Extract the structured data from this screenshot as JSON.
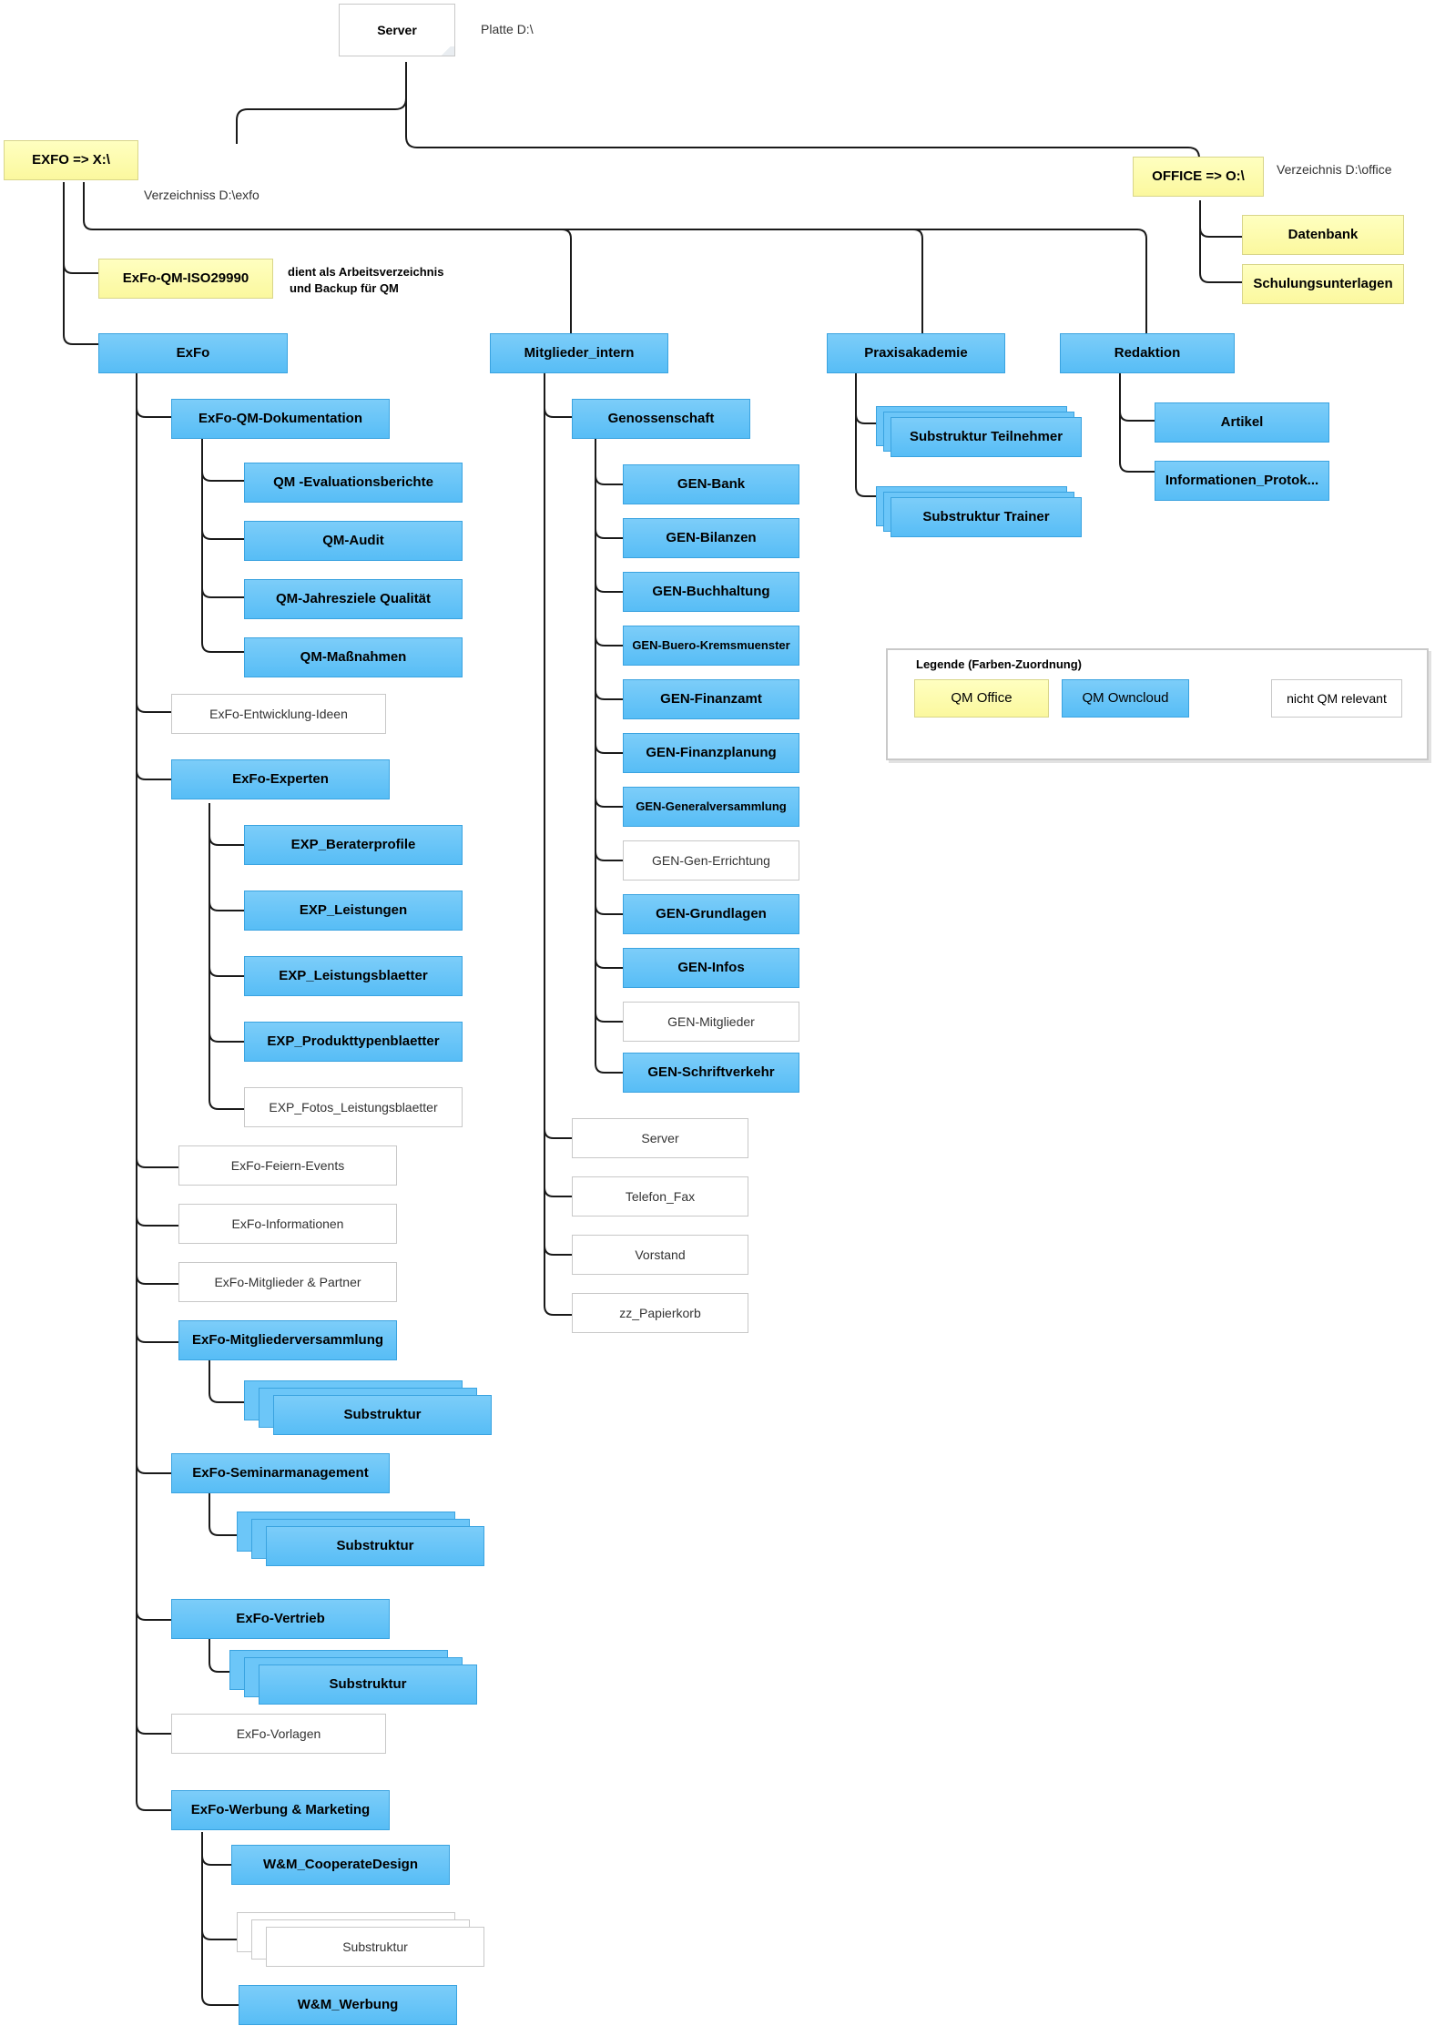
{
  "notes": {
    "server_path": "Platte D:\\",
    "exfo_path": "Verzeichniss D:\\exfo",
    "office_path": "Verzeichnis D:\\office",
    "qm_note_line1": "dient als Arbeitsverzeichnis",
    "qm_note_line2": "und Backup für QM"
  },
  "legend": {
    "title": "Legende (Farben-Zuordnung)",
    "qm_office": "QM Office",
    "qm_owncloud": "QM Owncloud",
    "not_relevant": "nicht QM relevant"
  },
  "nodes": {
    "server": "Server",
    "exfo_drive": "EXFO => X:\\",
    "office_drive": "OFFICE => O:\\",
    "datenbank": "Datenbank",
    "schulungsunterlagen": "Schulungsunterlagen",
    "exfo_qm_iso": "ExFo-QM-ISO29990",
    "exfo": "ExFo",
    "mitglieder_intern": "Mitglieder_intern",
    "praxisakademie": "Praxisakademie",
    "redaktion": "Redaktion",
    "substruktur_teilnehmer": "Substruktur Teilnehmer",
    "substruktur_trainer": "Substruktur Trainer",
    "artikel": "Artikel",
    "informationen_protok": "Informationen_Protok...",
    "exfo_qm_dok": "ExFo-QM-Dokumentation",
    "qm_evaluationsberichte": "QM -Evaluationsberichte",
    "qm_audit": "QM-Audit",
    "qm_jahresziele": "QM-Jahresziele Qualität",
    "qm_massnahmen": "QM-Maßnahmen",
    "exfo_entwicklung": "ExFo-Entwicklung-Ideen",
    "exfo_experten": "ExFo-Experten",
    "exp_beraterprofile": "EXP_Beraterprofile",
    "exp_leistungen": "EXP_Leistungen",
    "exp_leistungsblaetter": "EXP_Leistungsblaetter",
    "exp_produkttypenblaetter": "EXP_Produkttypenblaetter",
    "exp_fotos": "EXP_Fotos_Leistungsblaetter",
    "exfo_feiern": "ExFo-Feiern-Events",
    "exfo_informationen": "ExFo-Informationen",
    "exfo_mitglieder_partner": "ExFo-Mitglieder & Partner",
    "exfo_mitgliederversammlung": "ExFo-Mitgliederversammlung",
    "substruktur_1": "Substruktur",
    "exfo_seminarmanagement": "ExFo-Seminarmanagement",
    "substruktur_2": "Substruktur",
    "exfo_vertrieb": "ExFo-Vertrieb",
    "substruktur_3": "Substruktur",
    "exfo_vorlagen": "ExFo-Vorlagen",
    "exfo_werbung": "ExFo-Werbung & Marketing",
    "wm_cooperatedesign": "W&M_CooperateDesign",
    "substruktur_4": "Substruktur",
    "wm_werbung": "W&M_Werbung",
    "genossenschaft": "Genossenschaft",
    "gen_bank": "GEN-Bank",
    "gen_bilanzen": "GEN-Bilanzen",
    "gen_buchhaltung": "GEN-Buchhaltung",
    "gen_buero": "GEN-Buero-Kremsmuenster",
    "gen_finanzamt": "GEN-Finanzamt",
    "gen_finanzplanung": "GEN-Finanzplanung",
    "gen_generalversammlung": "GEN-Generalversammlung",
    "gen_gen_errichtung": "GEN-Gen-Errichtung",
    "gen_grundlagen": "GEN-Grundlagen",
    "gen_infos": "GEN-Infos",
    "gen_mitglieder": "GEN-Mitglieder",
    "gen_schriftverkehr": "GEN-Schriftverkehr",
    "mi_server": "Server",
    "mi_telefon_fax": "Telefon_Fax",
    "mi_vorstand": "Vorstand",
    "mi_papierkorb": "zz_Papierkorb"
  },
  "colors": {
    "qm_owncloud_blue": "#5bbff7",
    "qm_office_yellow": "#fcf9a6",
    "not_relevant_white": "#ffffff",
    "connector": "#1a1a1a"
  }
}
